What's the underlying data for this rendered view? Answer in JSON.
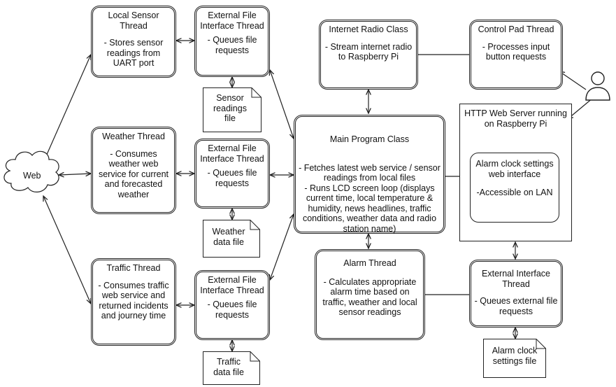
{
  "nodes": {
    "web": {
      "label": "Web"
    },
    "local_sensor": {
      "title": "Local Sensor Thread",
      "desc": "- Stores sensor readings from UART port"
    },
    "weather": {
      "title": "Weather Thread",
      "desc": "- Consumes weather web service for current and forecasted weather"
    },
    "traffic": {
      "title": "Traffic Thread",
      "desc": "- Consumes traffic web service and returned incidents and journey time"
    },
    "efi_sensor": {
      "title": "External File Interface Thread",
      "desc": "- Queues file requests"
    },
    "efi_weather": {
      "title": "External File Interface Thread",
      "desc": "- Queues file requests"
    },
    "efi_traffic": {
      "title": "External File Interface Thread",
      "desc": "- Queues file requests"
    },
    "file_sensor": {
      "label": "Sensor readings file"
    },
    "file_weather": {
      "label": "Weather data file"
    },
    "file_traffic": {
      "label": "Traffic data file"
    },
    "internet_radio": {
      "title": "Internet Radio Class",
      "desc": "- Stream internet radio to Raspberry Pi"
    },
    "control_pad": {
      "title": "Control Pad Thread",
      "desc": "- Processes input button requests"
    },
    "main_program": {
      "title": "Main Program Class",
      "desc": "- Fetches latest web service / sensor readings from local files\n- Runs LCD screen loop (displays current time, local temperature & humidity, news headlines, traffic conditions, weather data and radio station name)"
    },
    "http_server": {
      "title": "HTTP Web Server running on Raspberry Pi"
    },
    "alarm_settings_ui": {
      "title": "Alarm clock settings web interface",
      "desc": "-Accessible on LAN"
    },
    "alarm_thread": {
      "title": "Alarm Thread",
      "desc": "- Calculates appropriate alarm time based on traffic, weather and local sensor readings"
    },
    "external_interface": {
      "title": "External Interface Thread",
      "desc": "- Queues external file requests"
    },
    "file_alarm": {
      "label": "Alarm clock settings file"
    },
    "user": {
      "icon": "user-icon"
    }
  }
}
